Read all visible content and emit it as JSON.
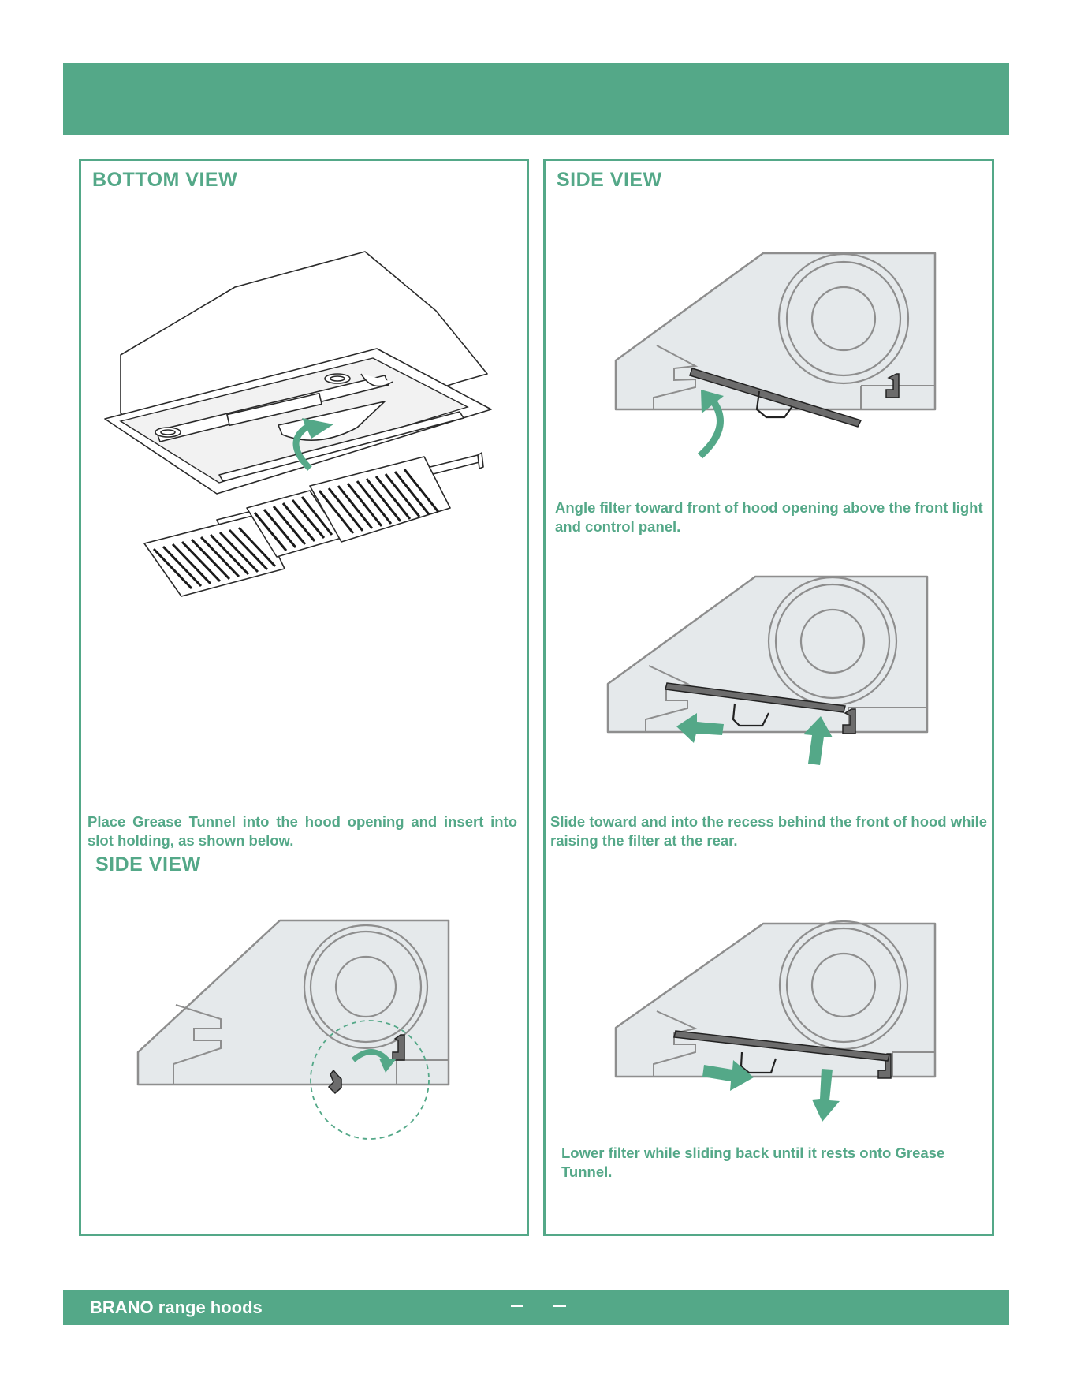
{
  "panels": {
    "left": {
      "heading_top": "BOTTOM VIEW",
      "caption": "Place Grease Tunnel into the hood opening and insert into slot holding, as shown below.",
      "heading_bottom": "SIDE VIEW"
    },
    "right": {
      "heading": "SIDE VIEW",
      "step1": "Angle filter toward front of hood opening above the front light and control panel.",
      "step2": "Slide toward and into the recess behind the front of hood while raising the filter at the rear.",
      "step3": "Lower filter while sliding back until it rests onto Grease Tunnel."
    }
  },
  "footer": {
    "brand": "BRANO range hoods"
  },
  "colors": {
    "accent": "#54a888",
    "hood_fill": "#e5e9eb",
    "outline": "#8e8e8e"
  }
}
